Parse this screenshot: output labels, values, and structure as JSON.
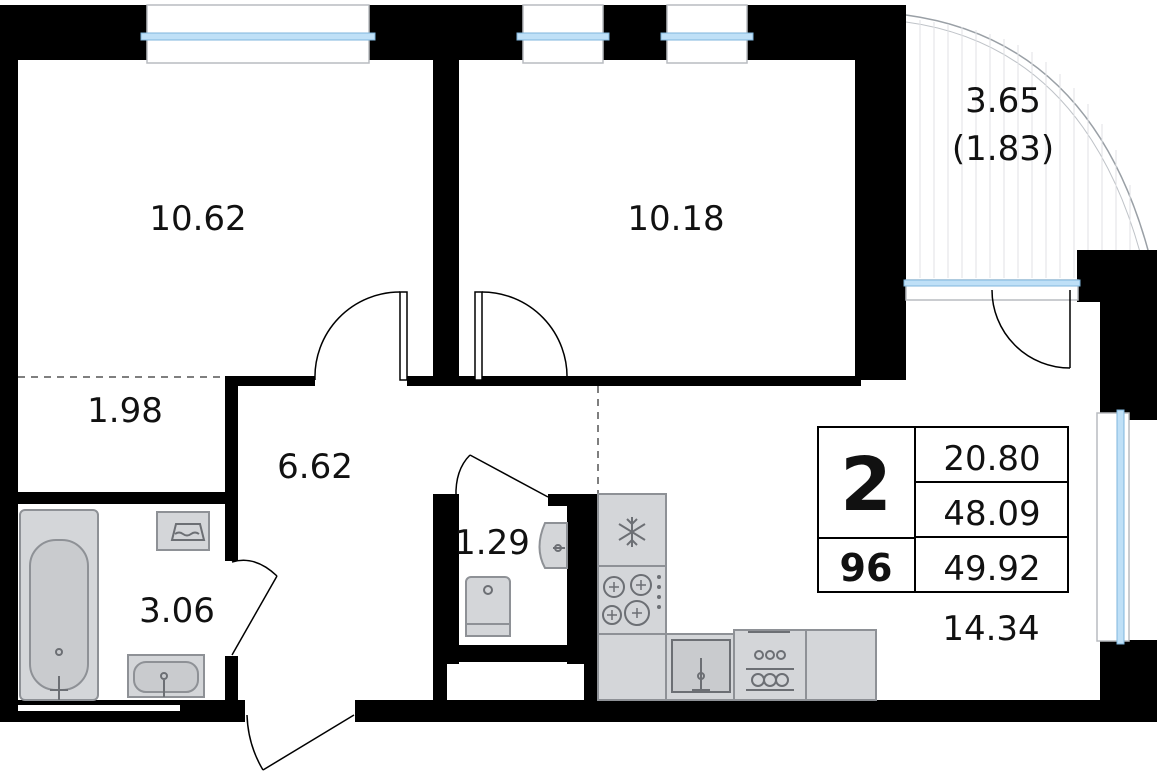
{
  "rooms": {
    "bedroom_1": "10.62",
    "bedroom_2": "10.18",
    "balcony_area": "3.65",
    "balcony_reduced": "(1.83)",
    "storage": "1.98",
    "hall": "6.62",
    "toilet": "1.29",
    "bathroom": "3.06",
    "kitchen": "14.34"
  },
  "summary": {
    "rooms_count": "2",
    "number": "96",
    "living_area": "20.80",
    "total_area": "48.09",
    "total_with_balcony": "49.92"
  },
  "colors": {
    "wall": "#000000",
    "fixture_fill": "#d4d6d9",
    "window_glass": "#bfe0f7"
  },
  "icons": [
    "snowflake-icon",
    "bathtub-icon",
    "sink-icon",
    "toilet-icon",
    "stove-icon",
    "washing-machine-icon"
  ]
}
